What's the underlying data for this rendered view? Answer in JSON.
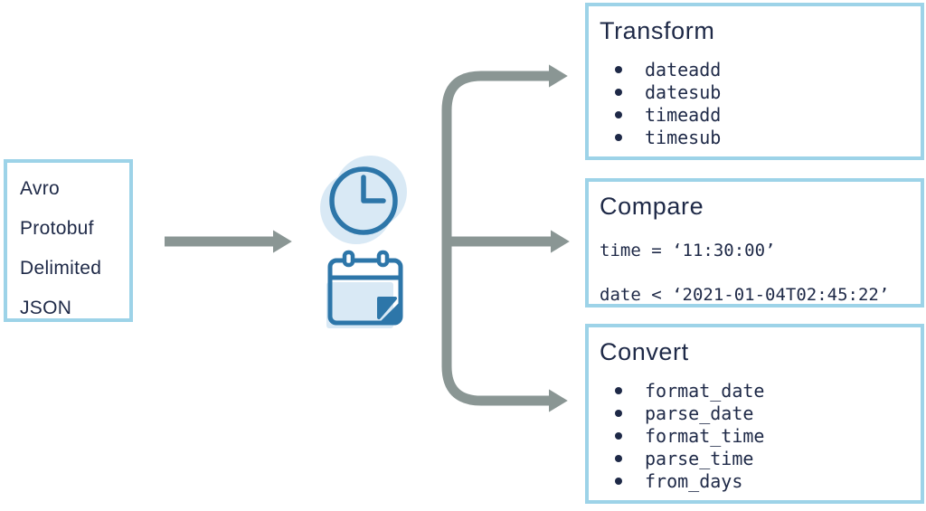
{
  "colors": {
    "box_border": "#9dd3e8",
    "text_navy": "#1e2947",
    "arrow_gray": "#8a9694",
    "icon_stroke": "#2d76a9",
    "icon_fill_light": "#d9e9f5"
  },
  "source_box": {
    "items": [
      "Avro",
      "Protobuf",
      "Delimited",
      "JSON"
    ]
  },
  "icons": {
    "clock": "clock-icon",
    "calendar": "calendar-icon"
  },
  "transform_box": {
    "title": "Transform",
    "items": [
      "dateadd",
      "datesub",
      "timeadd",
      "timesub"
    ]
  },
  "compare_box": {
    "title": "Compare",
    "lines": [
      "time = ‘11:30:00’",
      "date < ‘2021-01-04T02:45:22’"
    ]
  },
  "convert_box": {
    "title": "Convert",
    "items": [
      "format_date",
      "parse_date",
      "format_time",
      "parse_time",
      "from_days"
    ]
  }
}
